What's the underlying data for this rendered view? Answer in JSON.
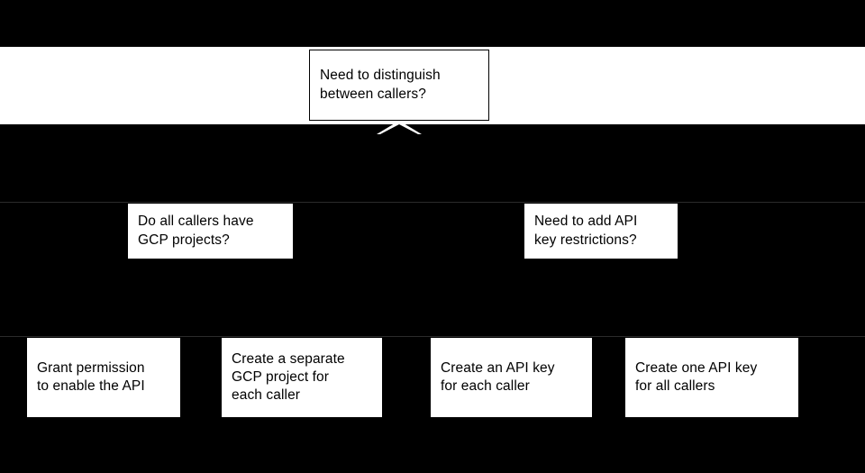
{
  "theme": {
    "background": "#000000",
    "node_fill": "#ffffff",
    "node_text": "#000000",
    "node_border": "#000000",
    "band_rule": "#2b2b2b"
  },
  "diagram": {
    "type": "decision-tree",
    "root": {
      "id": "root",
      "label": "Need to distinguish\nbetween callers?",
      "shape": "rectangle",
      "bordered": true
    },
    "decisions": [
      {
        "id": "gcp-projects",
        "label": "Do all callers have\nGCP projects?",
        "shape": "rectangle",
        "bordered": false
      },
      {
        "id": "key-restrictions",
        "label": "Need to add API\nkey restrictions?",
        "shape": "rectangle",
        "bordered": false
      }
    ],
    "outcomes": [
      {
        "id": "grant-permission",
        "label": "Grant permission\nto enable the API",
        "shape": "rectangle",
        "bordered": false
      },
      {
        "id": "separate-project",
        "label": "Create a separate\nGCP project for\neach caller",
        "shape": "rectangle",
        "bordered": false
      },
      {
        "id": "key-each-caller",
        "label": "Create an API key\nfor each caller",
        "shape": "rectangle",
        "bordered": false
      },
      {
        "id": "key-all-callers",
        "label": "Create one API key\nfor all callers",
        "shape": "rectangle",
        "bordered": false
      }
    ],
    "connectors": [
      {
        "id": "root-connector",
        "kind": "chevron",
        "from": "root",
        "direction": "down"
      }
    ]
  }
}
